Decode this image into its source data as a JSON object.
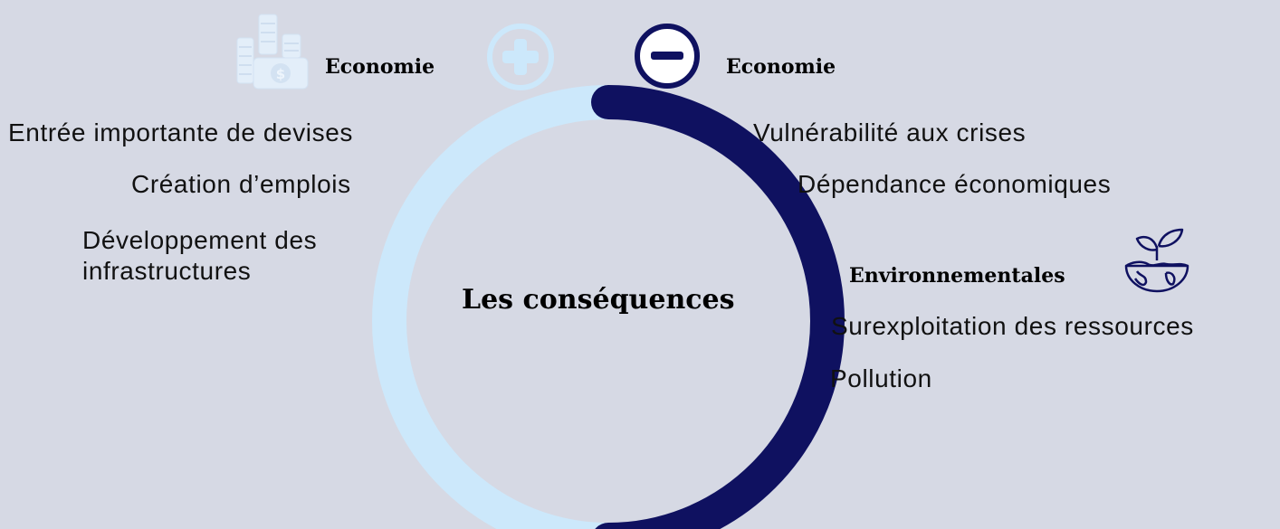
{
  "center": {
    "title": "Les conséquences"
  },
  "left": {
    "heading": "Economie",
    "items": [
      "Entrée importante de devises",
      "Création d’emplois",
      "Développement des",
      "infrastructures"
    ]
  },
  "right": {
    "heading": "Economie",
    "items": [
      "Vulnérabilité aux crises",
      "Dépendance économiques"
    ],
    "env_heading": "Environnementales",
    "env_items": [
      "Surexploitation des ressources",
      "Pollution"
    ]
  },
  "icons": {
    "plus": "plus-circle-icon",
    "minus": "minus-circle-icon",
    "money": "money-coins-icon",
    "earth": "earth-plant-icon"
  },
  "colors": {
    "background": "#d6d9e4",
    "positive_arc": "#cce8fb",
    "negative_arc": "#0f1160",
    "icon_light": "#e3eef9"
  }
}
